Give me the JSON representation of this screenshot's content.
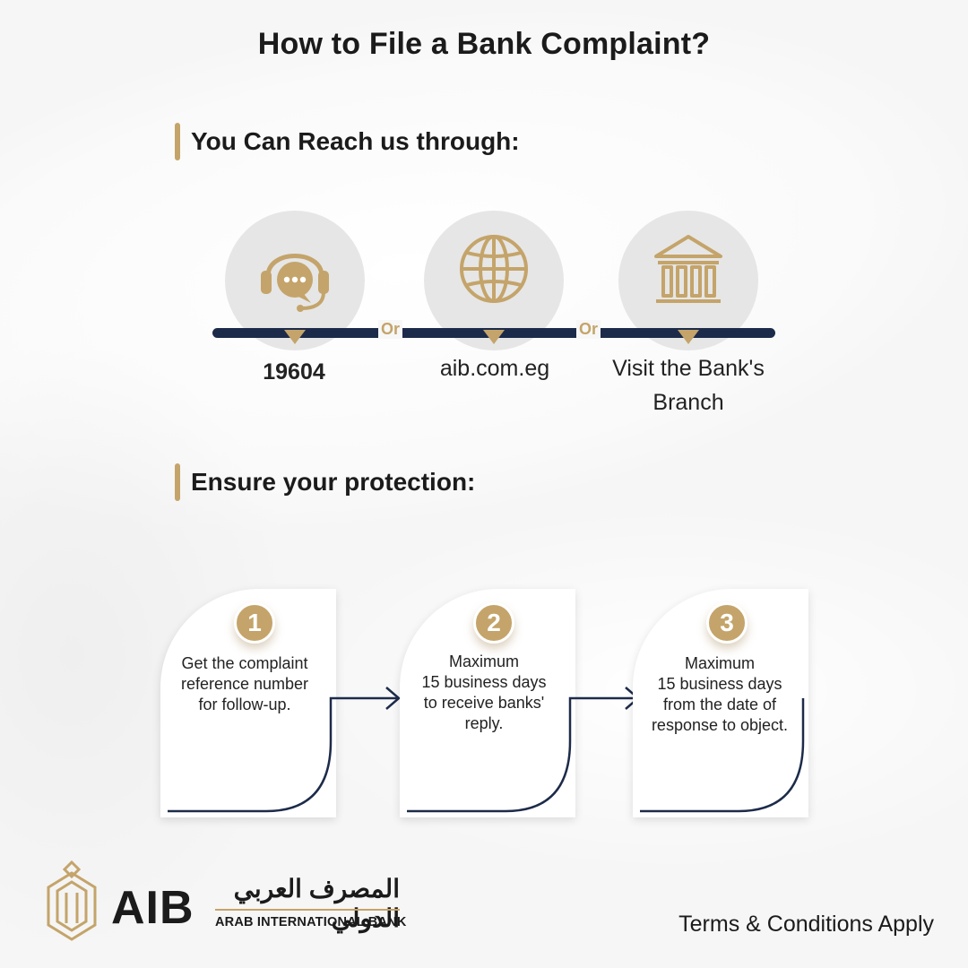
{
  "title": "How to File a Bank Complaint?",
  "sections": {
    "reach": "You Can Reach us through:",
    "protection": "Ensure your protection:"
  },
  "separator": "Or",
  "channels": [
    {
      "icon": "headset-chat-icon",
      "label": "19604"
    },
    {
      "icon": "globe-icon",
      "label": "aib.com.eg"
    },
    {
      "icon": "bank-building-icon",
      "label_line1": "Visit the Bank's",
      "label_line2": "Branch"
    }
  ],
  "steps": [
    {
      "number": "1",
      "lines": [
        "Get the complaint",
        "reference number",
        "for follow-up."
      ]
    },
    {
      "number": "2",
      "lines": [
        "Maximum",
        "15 business days",
        "to receive banks'",
        "reply."
      ]
    },
    {
      "number": "3",
      "lines": [
        "Maximum",
        "15 business days",
        "from the date of",
        "response to object."
      ]
    }
  ],
  "brand": {
    "short": "AIB",
    "arabic": "المصرف العربي الدولي",
    "english": "ARAB INTERNATIONAL BANK"
  },
  "footer": "Terms & Conditions Apply",
  "colors": {
    "gold": "#c4a46a",
    "navy": "#1d2b4a",
    "text": "#1b1b1b"
  }
}
